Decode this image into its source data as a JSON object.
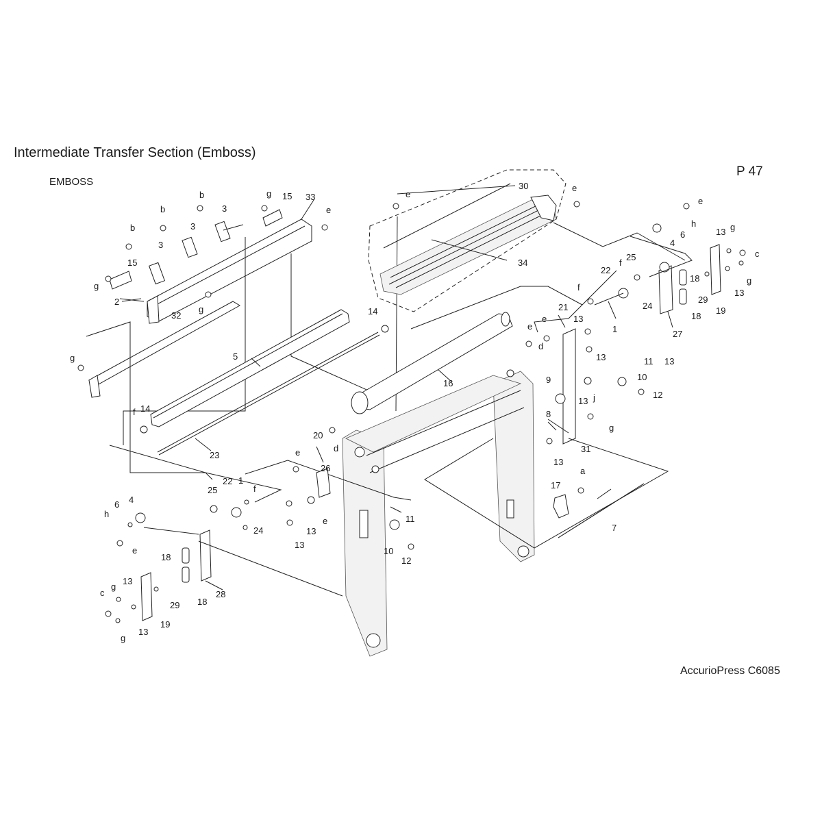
{
  "header": {
    "title": "Intermediate Transfer Section (Emboss)",
    "subtitle": "EMBOSS",
    "page_number": "P 47"
  },
  "footer": {
    "model": "AccurioPress C6085"
  },
  "callouts": [
    {
      "id": "c30",
      "text": "30"
    },
    {
      "id": "c34",
      "text": "34"
    },
    {
      "id": "c33",
      "text": "33"
    },
    {
      "id": "c15a",
      "text": "15"
    },
    {
      "id": "c15b",
      "text": "15"
    },
    {
      "id": "c3a",
      "text": "3"
    },
    {
      "id": "c3b",
      "text": "3"
    },
    {
      "id": "c3c",
      "text": "3"
    },
    {
      "id": "c2",
      "text": "2"
    },
    {
      "id": "c32",
      "text": "32"
    },
    {
      "id": "c5",
      "text": "5"
    },
    {
      "id": "c14a",
      "text": "14"
    },
    {
      "id": "c14b",
      "text": "14"
    },
    {
      "id": "c16",
      "text": "16"
    },
    {
      "id": "c23",
      "text": "23"
    },
    {
      "id": "c20",
      "text": "20"
    },
    {
      "id": "c26",
      "text": "26"
    },
    {
      "id": "c22a",
      "text": "22"
    },
    {
      "id": "c22b",
      "text": "22"
    },
    {
      "id": "c1a",
      "text": "1"
    },
    {
      "id": "c1b",
      "text": "1"
    },
    {
      "id": "c25a",
      "text": "25"
    },
    {
      "id": "c25b",
      "text": "25"
    },
    {
      "id": "c24a",
      "text": "24"
    },
    {
      "id": "c24b",
      "text": "24"
    },
    {
      "id": "c4a",
      "text": "4"
    },
    {
      "id": "c4b",
      "text": "4"
    },
    {
      "id": "c6a",
      "text": "6"
    },
    {
      "id": "c6b",
      "text": "6"
    },
    {
      "id": "c18a",
      "text": "18"
    },
    {
      "id": "c18b",
      "text": "18"
    },
    {
      "id": "c18c",
      "text": "18"
    },
    {
      "id": "c18d",
      "text": "18"
    },
    {
      "id": "c19a",
      "text": "19"
    },
    {
      "id": "c19b",
      "text": "19"
    },
    {
      "id": "c29a",
      "text": "29"
    },
    {
      "id": "c29b",
      "text": "29"
    },
    {
      "id": "c27",
      "text": "27"
    },
    {
      "id": "c28",
      "text": "28"
    },
    {
      "id": "c13a",
      "text": "13"
    },
    {
      "id": "c13b",
      "text": "13"
    },
    {
      "id": "c13c",
      "text": "13"
    },
    {
      "id": "c13d",
      "text": "13"
    },
    {
      "id": "c13e",
      "text": "13"
    },
    {
      "id": "c13f",
      "text": "13"
    },
    {
      "id": "c13g",
      "text": "13"
    },
    {
      "id": "c13h",
      "text": "13"
    },
    {
      "id": "c13i",
      "text": "13"
    },
    {
      "id": "c13j",
      "text": "13"
    },
    {
      "id": "c13k",
      "text": "13"
    },
    {
      "id": "c21",
      "text": "21"
    },
    {
      "id": "c11a",
      "text": "11"
    },
    {
      "id": "c11b",
      "text": "11"
    },
    {
      "id": "c10a",
      "text": "10"
    },
    {
      "id": "c10b",
      "text": "10"
    },
    {
      "id": "c12a",
      "text": "12"
    },
    {
      "id": "c12b",
      "text": "12"
    },
    {
      "id": "c9",
      "text": "9"
    },
    {
      "id": "c8",
      "text": "8"
    },
    {
      "id": "c31",
      "text": "31"
    },
    {
      "id": "c17",
      "text": "17"
    },
    {
      "id": "c7",
      "text": "7"
    },
    {
      "id": "la1",
      "text": "a"
    },
    {
      "id": "lb1",
      "text": "b"
    },
    {
      "id": "lb2",
      "text": "b"
    },
    {
      "id": "lb3",
      "text": "b"
    },
    {
      "id": "lc1",
      "text": "c"
    },
    {
      "id": "lc2",
      "text": "c"
    },
    {
      "id": "ld1",
      "text": "d"
    },
    {
      "id": "ld2",
      "text": "d"
    },
    {
      "id": "le1",
      "text": "e"
    },
    {
      "id": "le2",
      "text": "e"
    },
    {
      "id": "le3",
      "text": "e"
    },
    {
      "id": "le4",
      "text": "e"
    },
    {
      "id": "le5",
      "text": "e"
    },
    {
      "id": "le6",
      "text": "e"
    },
    {
      "id": "le7",
      "text": "e"
    },
    {
      "id": "le8",
      "text": "e"
    },
    {
      "id": "le9",
      "text": "e"
    },
    {
      "id": "lf1",
      "text": "f"
    },
    {
      "id": "lf2",
      "text": "f"
    },
    {
      "id": "lf3",
      "text": "f"
    },
    {
      "id": "lf4",
      "text": "f"
    },
    {
      "id": "lg1",
      "text": "g"
    },
    {
      "id": "lg2",
      "text": "g"
    },
    {
      "id": "lg3",
      "text": "g"
    },
    {
      "id": "lg4",
      "text": "g"
    },
    {
      "id": "lg5",
      "text": "g"
    },
    {
      "id": "lg6",
      "text": "g"
    },
    {
      "id": "lg7",
      "text": "g"
    },
    {
      "id": "lg8",
      "text": "g"
    },
    {
      "id": "lg9",
      "text": "g"
    },
    {
      "id": "lh1",
      "text": "h"
    },
    {
      "id": "lh2",
      "text": "h"
    },
    {
      "id": "lj1",
      "text": "j"
    }
  ]
}
